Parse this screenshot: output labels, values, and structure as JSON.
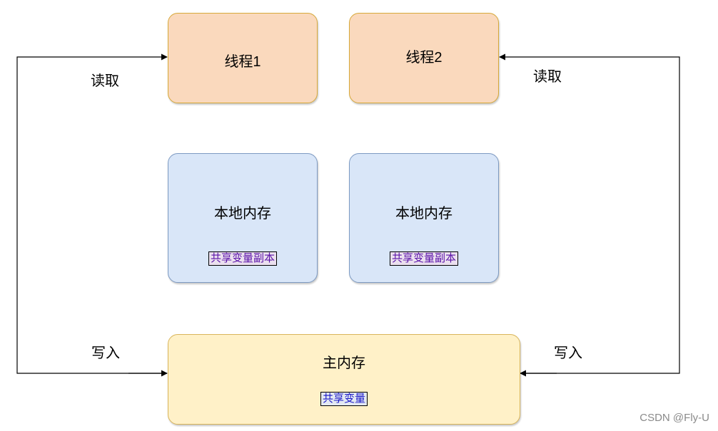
{
  "threads": [
    {
      "label": "线程1"
    },
    {
      "label": "线程2"
    }
  ],
  "local_memories": [
    {
      "title": "本地内存",
      "copy_label": "共享变量副本"
    },
    {
      "title": "本地内存",
      "copy_label": "共享变量副本"
    }
  ],
  "main_memory": {
    "title": "主内存",
    "variable_label": "共享变量"
  },
  "edges": {
    "left_read": "读取",
    "right_read": "读取",
    "left_write": "写入",
    "right_write": "写入"
  },
  "watermark": "CSDN @Fly-U",
  "colors": {
    "thread_fill": "#fad9bd",
    "thread_border": "#d7a93a",
    "local_fill": "#d9e6f8",
    "local_border": "#7d9ac2",
    "main_fill": "#fff1c8",
    "main_border": "#d9b55a",
    "copy_text": "#5a12a8",
    "variable_text": "#1a17c8"
  }
}
